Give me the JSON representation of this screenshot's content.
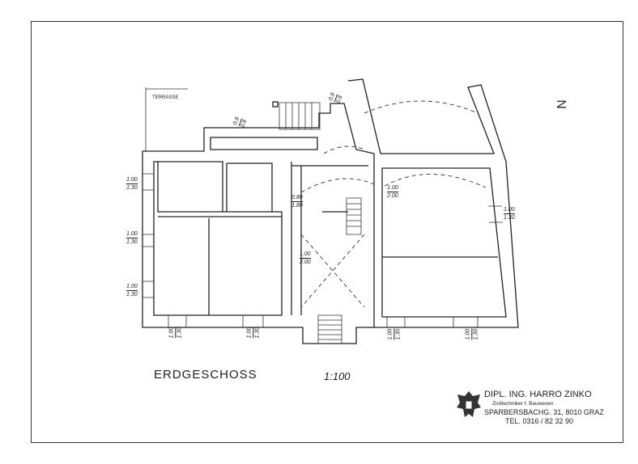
{
  "drawing": {
    "title": "ERDGESCHOSS",
    "scale": "1:100",
    "room_label": "TERRASSE",
    "north_label": "N",
    "dimensions": [
      {
        "top": "1.00",
        "bottom": "1.30"
      },
      {
        "top": "1.00",
        "bottom": "1.30"
      },
      {
        "top": "1.00",
        "bottom": "1.30"
      },
      {
        "top": "1.00",
        "bottom": "1.30"
      },
      {
        "top": "1.00",
        "bottom": "1.30"
      },
      {
        "top": "1.00",
        "bottom": "1.30"
      },
      {
        "top": "1.00",
        "bottom": "1.30"
      },
      {
        "top": "1.00",
        "bottom": "2.00"
      },
      {
        "top": "1.00",
        "bottom": "2.00"
      },
      {
        "top": "1.00",
        "bottom": "1.30"
      },
      {
        "top": "0.80",
        "bottom": "1.80"
      },
      {
        "top": "0.8",
        "bottom": "0.8"
      },
      {
        "top": "0.8",
        "bottom": "0.8"
      }
    ]
  },
  "stamp": {
    "name": "DIPL. ING. HARRO ZINKO",
    "profession": "Ziviltechniker f. Bauwesen",
    "address": "SPARBERSBACHG. 31, 8010 GRAZ",
    "phone": "TEL. 0316 / 82 32 90"
  }
}
